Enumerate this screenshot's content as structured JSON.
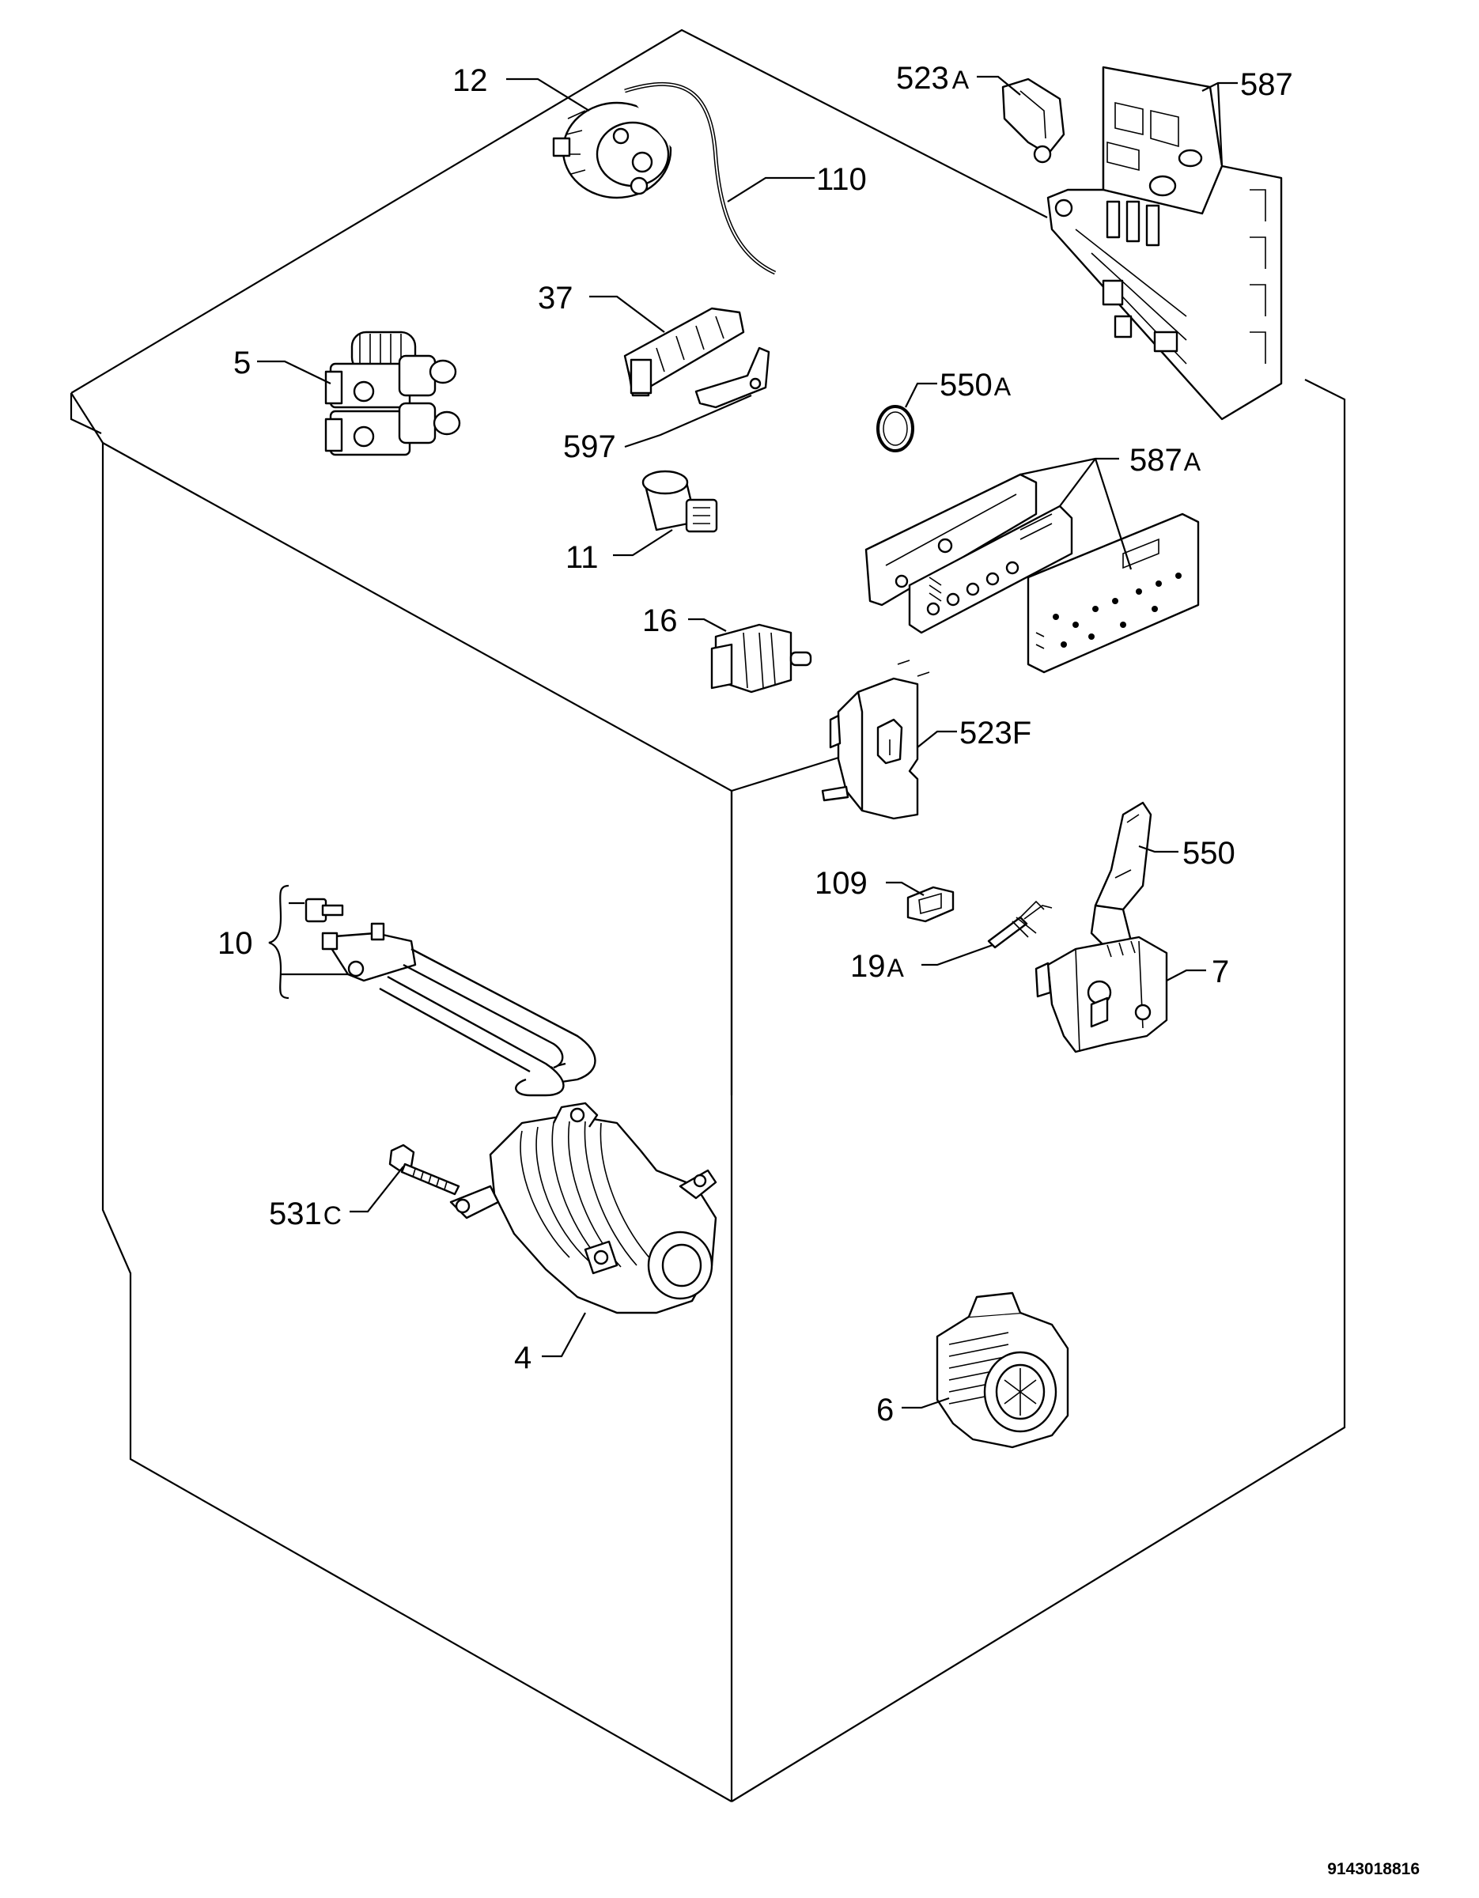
{
  "document_number": "9143018816",
  "callouts": {
    "c12": "12",
    "c110": "110",
    "c523a": "523",
    "c523a_suffix": "A",
    "c587": "587",
    "c37": "37",
    "c5": "5",
    "c550a": "550",
    "c550a_suffix": "A",
    "c597": "597",
    "c587a": "587",
    "c587a_suffix": "A",
    "c11": "11",
    "c16": "16",
    "c523f": "523F",
    "c550": "550",
    "c109": "109",
    "c19a": "19",
    "c19a_suffix": "A",
    "c7": "7",
    "c10": "10",
    "c531c": "531",
    "c531c_suffix": "C",
    "c4": "4",
    "c6": "6"
  }
}
